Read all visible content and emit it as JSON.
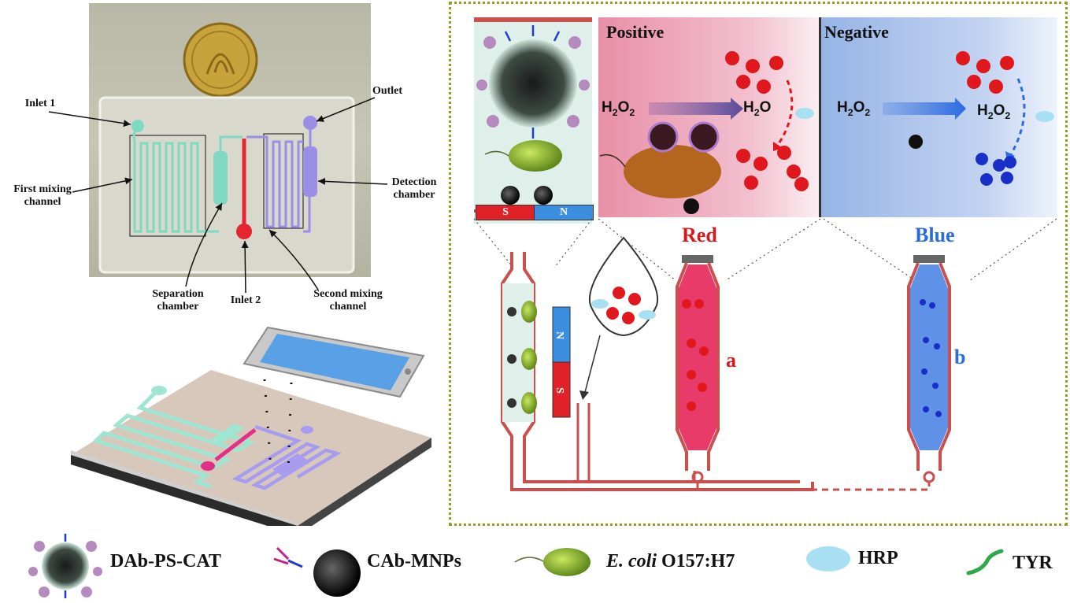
{
  "chip_labels": {
    "inlet1": "Inlet 1",
    "outlet": "Outlet",
    "first_mixing": "First mixing channel",
    "detection": "Detection chamber",
    "separation": "Separation chamber",
    "inlet2": "Inlet 2",
    "second_mixing": "Second mixing channel"
  },
  "panels": {
    "positive": "Positive",
    "negative": "Negative",
    "h2o2": "H",
    "o2": "O",
    "h2o_h": "H",
    "h2o_o": "O",
    "sub2": "2"
  },
  "magnet": {
    "s": "S",
    "n": "N"
  },
  "results": {
    "red": "Red",
    "blue": "Blue",
    "a": "a",
    "b": "b"
  },
  "legend": {
    "dab": "DAb-PS-CAT",
    "cab": "CAb-MNPs",
    "ecoli_italic": "E. coli",
    "ecoli_rest": "O157:H7",
    "hrp": "HRP",
    "tyr": "TYR"
  },
  "colors": {
    "red": "#d9181e",
    "blue": "#2a6be0",
    "channel": "#c9504e",
    "border": "#9a9a20"
  }
}
